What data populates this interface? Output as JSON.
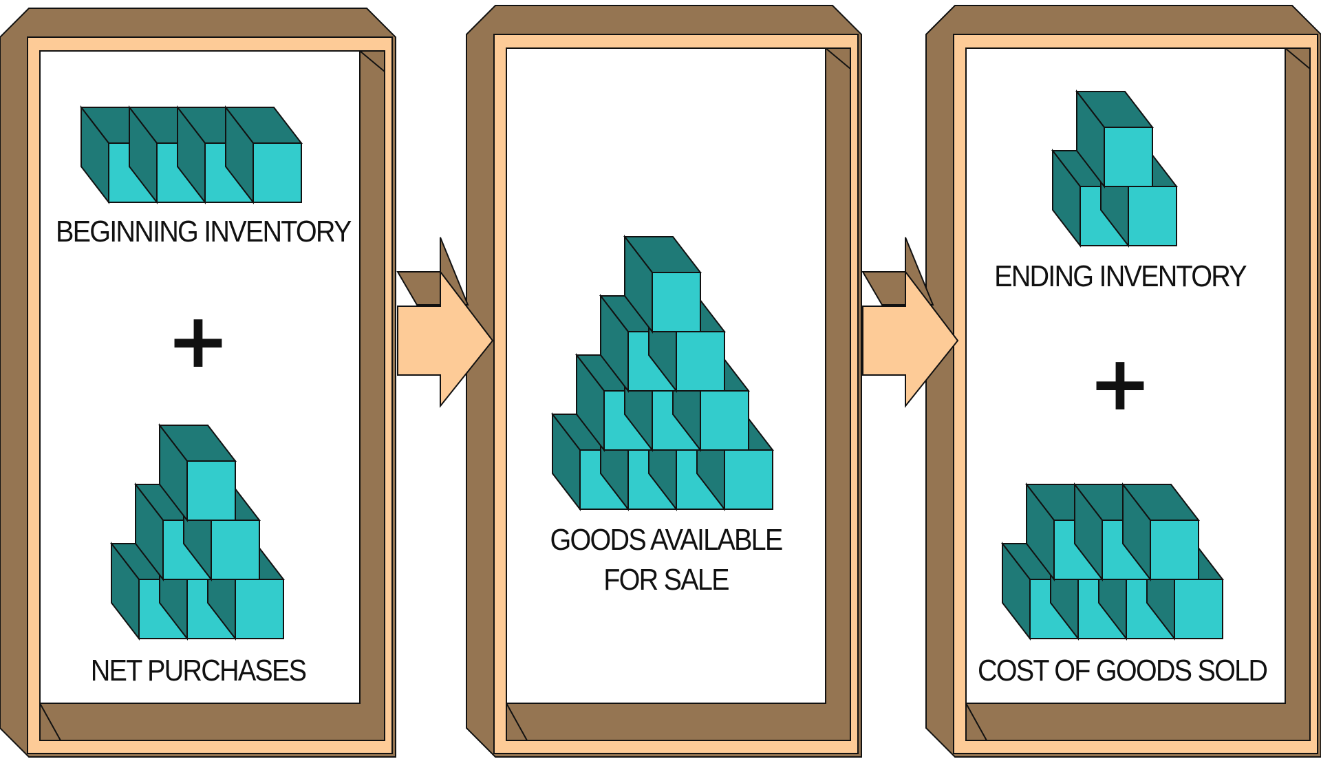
{
  "colors": {
    "frame_brown": "#957552",
    "frame_peach": "#fdcb97",
    "cube_face": "#33cccc",
    "cube_side": "#1f7a77",
    "outline": "#111111",
    "arrow_fill": "#fdcb97"
  },
  "panels": [
    {
      "top_label": "BEGINNING INVENTORY",
      "operator": "+",
      "bottom_label": "NET PURCHASES"
    },
    {
      "label_line1": "GOODS AVAILABLE",
      "label_line2": "FOR SALE"
    },
    {
      "top_label": "ENDING INVENTORY",
      "operator": "+",
      "bottom_label": "COST OF GOODS SOLD"
    }
  ]
}
